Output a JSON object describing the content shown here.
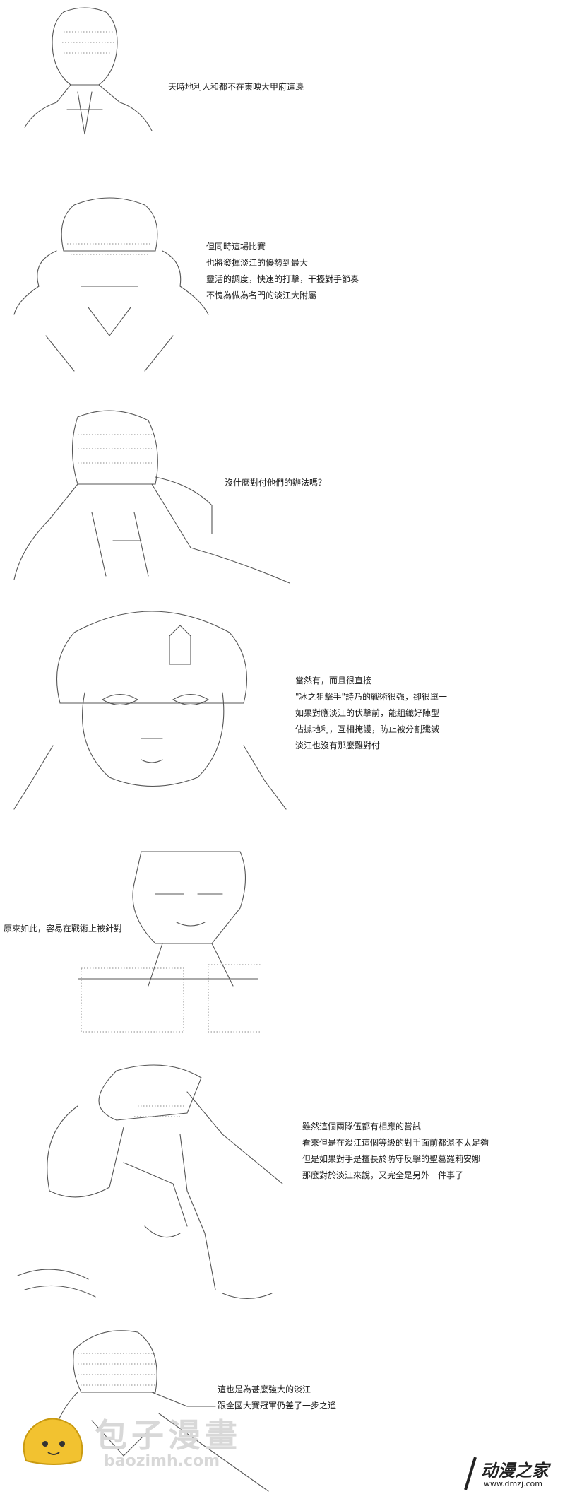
{
  "panels": [
    {
      "lines": [
        "天時地利人和都不在東映大甲府這邊"
      ]
    },
    {
      "lines": [
        "但同時這場比賽",
        "也將發揮淡江的優勢到最大",
        "靈活的調度，快速的打擊，干擾對手節奏",
        "不愧為做為名門的淡江大附屬"
      ]
    },
    {
      "lines": [
        "沒什麼對付他們的辦法嗎？"
      ]
    },
    {
      "lines": [
        "當然有，而且很直接",
        "\"冰之狙擊手\"詩乃的戰術很強，卻很單一",
        "如果對應淡江的伏擊前，能組織好陣型",
        "佔據地利，互相掩護，防止被分割殲滅",
        "淡江也沒有那麼難對付"
      ]
    },
    {
      "lines": [
        "原來如此，容易在戰術上被針對"
      ]
    },
    {
      "lines": [
        "雖然這個兩隊伍都有相應的嘗試",
        "看來但是在淡江這個等級的對手面前都還不太足夠",
        "但是如果對手是擅長於防守反擊的聖葛羅莉安娜",
        "那麼對於淡江來說，又完全是另外一件事了"
      ]
    },
    {
      "lines": [
        "這也是為甚麼強大的淡江",
        "跟全國大賽冠軍仍差了一步之遙"
      ]
    }
  ],
  "watermarks": {
    "left_title": "包子漫畫",
    "left_url": "baozimh.com",
    "right_title": "动漫之家",
    "right_url": "www.dmzj.com"
  },
  "colors": {
    "ink": "#555555",
    "watermark": "#d8d8d8",
    "mascot": "#f2c230"
  }
}
